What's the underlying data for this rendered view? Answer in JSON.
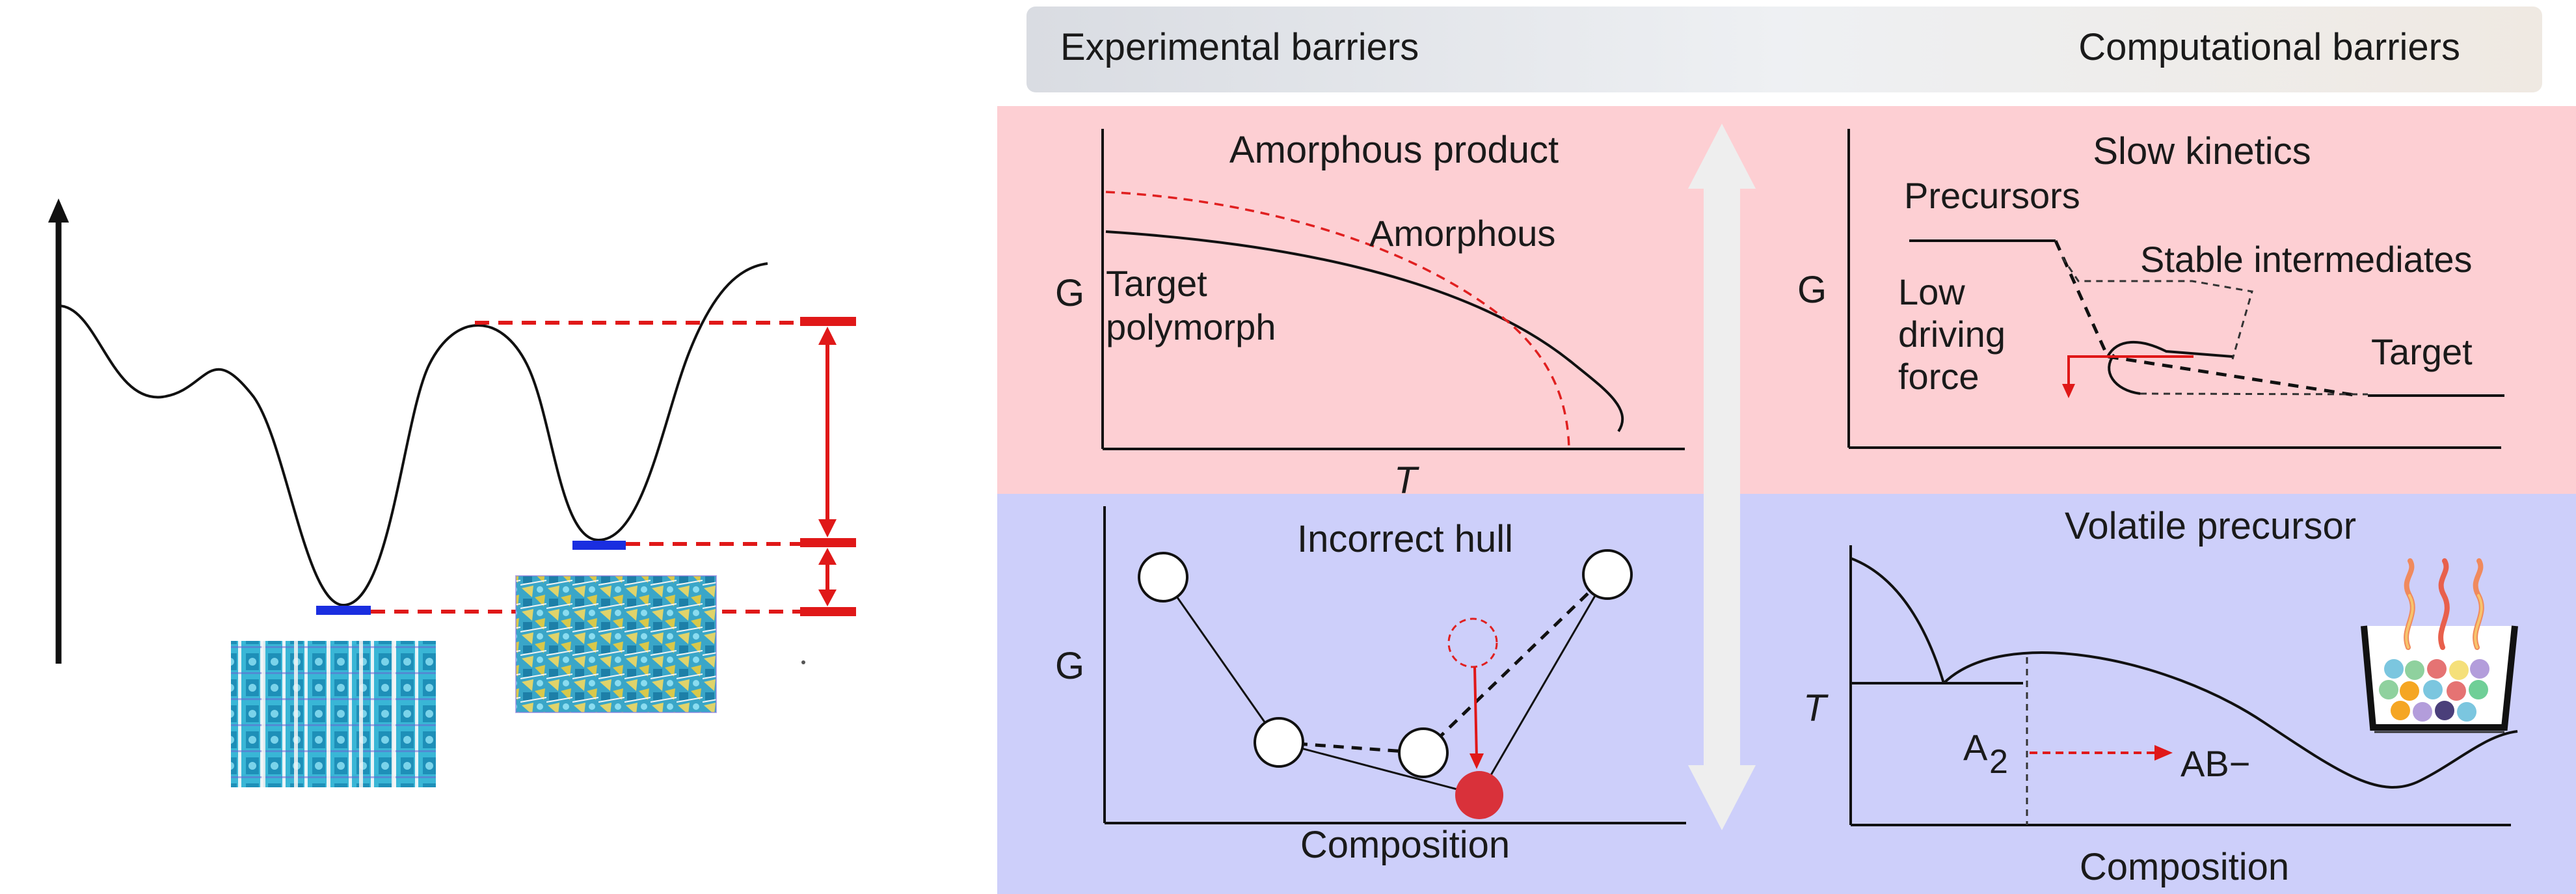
{
  "headers": {
    "experimental": "Experimental barriers",
    "computational": "Computational barriers"
  },
  "panels": {
    "amorphous": {
      "title": "Amorphous product",
      "y_label": "G",
      "x_label": "T",
      "curve_amorphous": "Amorphous",
      "curve_target_1": "Target",
      "curve_target_2": "polymorph"
    },
    "kinetics": {
      "title": "Slow kinetics",
      "y_label": "G",
      "precursors": "Precursors",
      "stable_intermediates": "Stable intermediates",
      "low_1": "Low",
      "low_2": "driving",
      "low_3": "force",
      "target": "Target"
    },
    "hull": {
      "title": "Incorrect hull",
      "y_label": "G",
      "x_label": "Composition"
    },
    "volatile": {
      "title": "Volatile precursor",
      "y_label": "T",
      "x_label": "Composition",
      "a2": "A",
      "a2_sub": "2",
      "ab": "AB−"
    }
  },
  "colors": {
    "header_bg": "#eceff3",
    "experimental_bg": "#fdcfd3",
    "computational_bg": "#cdcffa",
    "arrow_gray": "#eeeeee",
    "red": "#e01818",
    "blue_marker": "#1a2ee0",
    "crystal_cyan": "#2fb8d8"
  },
  "icons": [
    "double-arrow-icon",
    "crucible-icon",
    "heat-waves-icon",
    "crystal-structure-ordered",
    "crystal-structure-disordered"
  ]
}
